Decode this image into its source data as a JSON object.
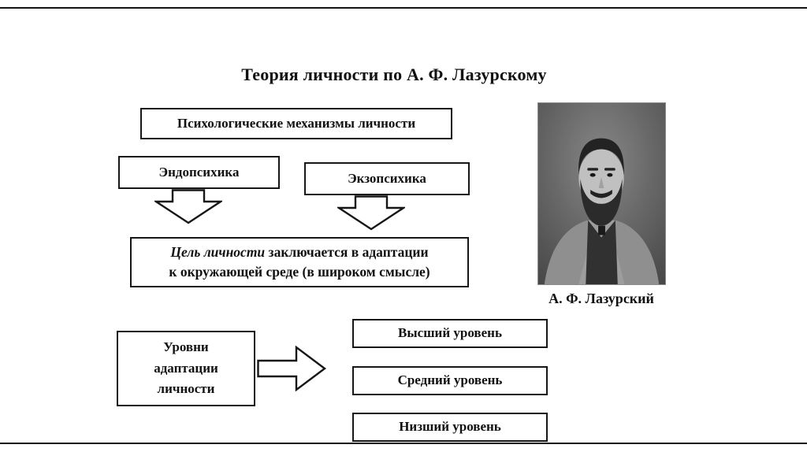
{
  "slide": {
    "title": "Теория личности по А. Ф. Лазурскому",
    "colors": {
      "background": "#ffffff",
      "box_border": "#161616",
      "rule_line": "#141414"
    }
  },
  "diagram": {
    "mechanisms_label": "Психологические механизмы личности",
    "endopsyche_label": "Эндопсихика",
    "exopsyche_label": "Экзопсихика",
    "goal": {
      "lead": "Цель личности",
      "line1_rest": " заключается в адаптации",
      "line2": "к окружающей среде (в широком смысле)"
    },
    "levels_source": {
      "line1": "Уровни",
      "line2": "адаптации",
      "line3": "личности"
    },
    "levels": [
      "Высший уровень",
      "Средний уровень",
      "Низший уровень"
    ],
    "icons": {
      "down_arrow": "block-arrow-down",
      "right_arrow": "block-arrow-right"
    }
  },
  "photo": {
    "caption": "А. Ф. Лазурский",
    "description": "black-and-white portrait photo"
  }
}
